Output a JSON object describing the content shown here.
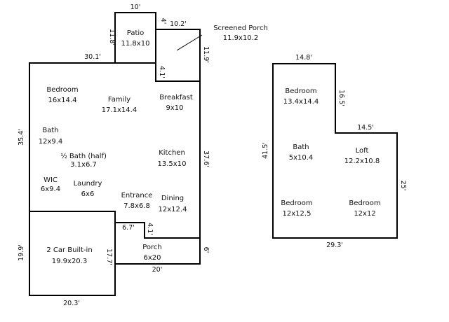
{
  "first_floor": {
    "rooms": {
      "patio": {
        "name": "Patio",
        "size": "11.8x10"
      },
      "screened_porch": {
        "name": "Screened Porch",
        "size": "11.9x10.2"
      },
      "bedroom": {
        "name": "Bedroom",
        "size": "16x14.4"
      },
      "family": {
        "name": "Family",
        "size": "17.1x14.4"
      },
      "breakfast": {
        "name": "Breakfast",
        "size": "9x10"
      },
      "bath": {
        "name": "Bath",
        "size": "12x9.4"
      },
      "half_bath": {
        "name": "½ Bath (half)",
        "size": "3.1x6.7"
      },
      "kitchen": {
        "name": "Kitchen",
        "size": "13.5x10"
      },
      "wic": {
        "name": "WIC",
        "size": "6x9.4"
      },
      "laundry": {
        "name": "Laundry",
        "size": "6x6"
      },
      "entrance": {
        "name": "Entrance",
        "size": "7.8x6.8"
      },
      "dining": {
        "name": "Dining",
        "size": "12x12.4"
      },
      "garage": {
        "name": "2 Car Built-in",
        "size": "19.9x20.3"
      },
      "porch": {
        "name": "Porch",
        "size": "6x20"
      }
    },
    "dimensions": {
      "patio_top": "10'",
      "patio_side": "11.8'",
      "sp_gap": "4'",
      "sp_top": "10.2'",
      "sp_right": "11.9'",
      "sp_inner": "4.1'",
      "house_top": "30.1'",
      "house_left": "35.4'",
      "house_right": "37.6'",
      "entry_width": "6.7'",
      "entry_depth": "4.1'",
      "porch_right": "6'",
      "porch_bottom": "20'",
      "garage_right": "17.7'",
      "garage_left": "19.9'",
      "garage_bottom": "20.3'"
    }
  },
  "second_floor": {
    "rooms": {
      "bedroom_a": {
        "name": "Bedroom",
        "size": "13.4x14.4"
      },
      "bath": {
        "name": "Bath",
        "size": "5x10.4"
      },
      "loft": {
        "name": "Loft",
        "size": "12.2x10.8"
      },
      "bedroom_b": {
        "name": "Bedroom",
        "size": "12x12.5"
      },
      "bedroom_c": {
        "name": "Bedroom",
        "size": "12x12"
      }
    },
    "dimensions": {
      "top": "14.8'",
      "notch_vertical": "16.5'",
      "notch_horizontal": "14.5'",
      "left": "41.5'",
      "right": "25'",
      "bottom": "29.3'"
    }
  }
}
